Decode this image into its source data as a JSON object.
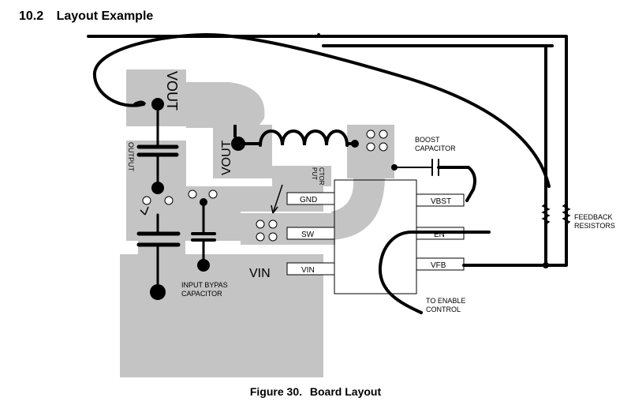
{
  "section": {
    "number": "10.2",
    "title": "Layout Example"
  },
  "caption": {
    "figure": "Figure 30.",
    "title": "Board Layout"
  },
  "labels": {
    "vout_top": "VOUT",
    "vout_mid": "VOUT",
    "output": "OUTPUT",
    "input_cap_fragment": "PUT\nCTOR",
    "boost_capacitor": "BOOST\nCAPACITOR",
    "vin": "VIN",
    "input_bypass_capacitor": "INPUT BYPAS\nCAPACITOR",
    "feedback_resistors": "FEEDBACK\nRESISTORS",
    "to_enable_control": "TO ENABLE\nCONTROL"
  },
  "pins": {
    "gnd": "GND",
    "sw": "SW",
    "vin": "VIN",
    "vbst": "VBST",
    "en": "EN",
    "vfb": "VFB"
  },
  "colors": {
    "copper": "#c4c4c4",
    "trace": "#000000",
    "via_fill": "#ffffff"
  }
}
